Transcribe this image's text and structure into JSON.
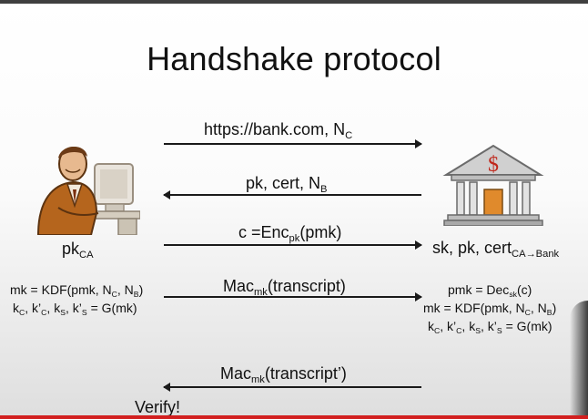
{
  "title": "Handshake protocol",
  "client": {
    "icon": "person-at-computer-icon",
    "key_label": {
      "main": "pk",
      "sub": "CA"
    },
    "derive_line1": {
      "a": "mk = KDF(pmk, N",
      "b": "C",
      "c": ", N",
      "d": "B",
      "e": ")"
    },
    "derive_line2": {
      "a": "k",
      "b": "C",
      "c": ", k’",
      "d": "C",
      "e": ", k",
      "f": "S",
      "g": ", k’",
      "h": "S",
      "i": " = G(mk)"
    },
    "verify": "Verify!"
  },
  "server": {
    "icon": "bank-building-icon",
    "key_label": {
      "a": "sk, pk, cert",
      "b": "CA→Bank"
    },
    "decrypt_line": {
      "a": "pmk = Dec",
      "b": "sk",
      "c": "(c)"
    },
    "derive_line1": {
      "a": "mk = KDF(pmk, N",
      "b": "C",
      "c": ", N",
      "d": "B",
      "e": ")"
    },
    "derive_line2": {
      "a": "k",
      "b": "C",
      "c": ", k’",
      "d": "C",
      "e": ", k",
      "f": "S",
      "g": ", k’",
      "h": "S",
      "i": " = G(mk)"
    }
  },
  "messages": [
    {
      "a": "https://bank.com,   N",
      "b": "C",
      "direction": "right"
    },
    {
      "a": "pk, cert, N",
      "b": "B",
      "direction": "left"
    },
    {
      "a": "c =Enc",
      "b": "pk",
      "c": "(pmk)",
      "direction": "right"
    },
    {
      "a": "Mac",
      "b": "mk",
      "c": "(transcript)",
      "direction": "right"
    },
    {
      "a": "Mac",
      "b": "mk",
      "c": "(transcript’)",
      "direction": "left"
    }
  ],
  "colors": {
    "bottom_bar": "#d21f1f",
    "top_bar": "#3f3f3f",
    "building": "#c8c8c8",
    "door": "#e08a2c"
  }
}
